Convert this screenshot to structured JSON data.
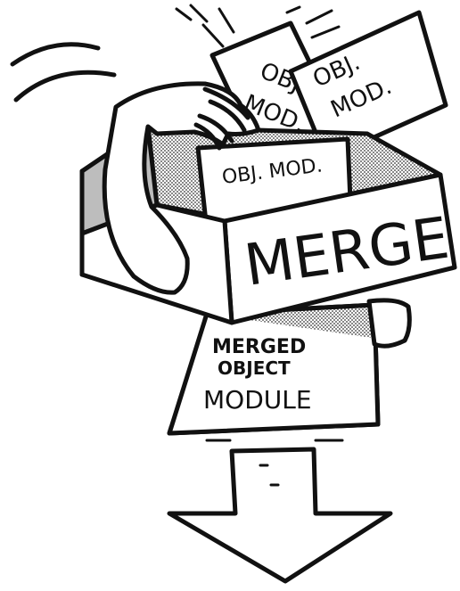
{
  "illustration": {
    "cards": {
      "card_back_left": [
        "OBJ.",
        "MOD."
      ],
      "card_back_right": [
        "OBJ.",
        "MOD."
      ],
      "card_front": "OBJ. MOD."
    },
    "box_label": "MERGE",
    "output_card": [
      "MERGED",
      "OBJECT",
      "MODULE"
    ],
    "colors": {
      "ink": "#111111",
      "paper": "#ffffff",
      "shade": "#b8b8b8"
    }
  }
}
